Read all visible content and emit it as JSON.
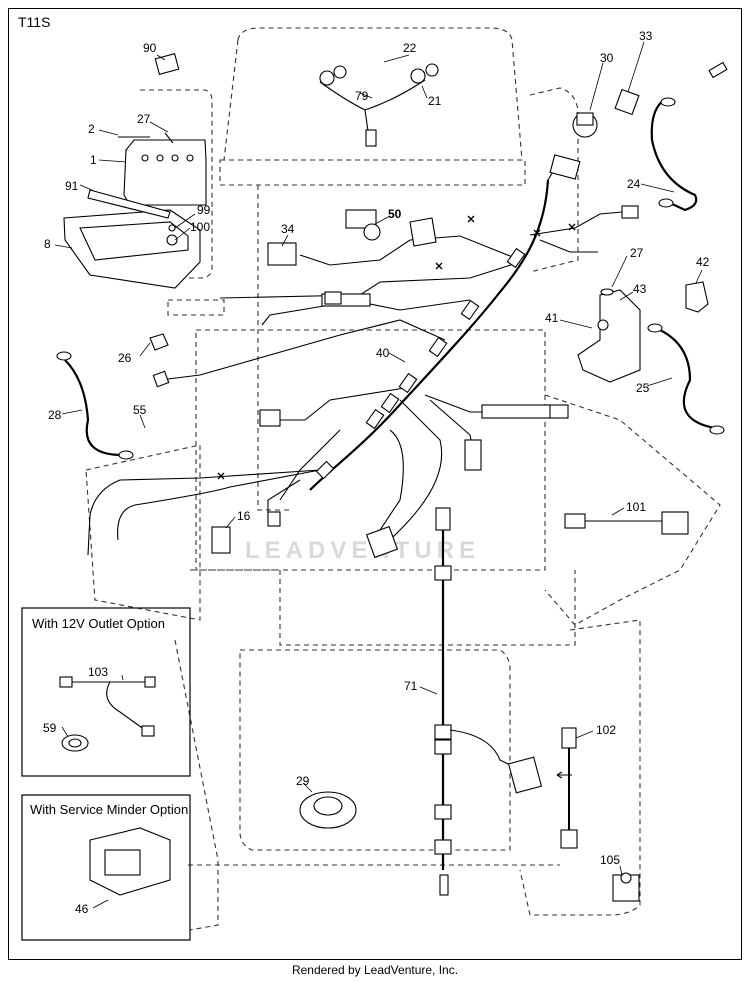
{
  "diagram": {
    "code": "T11S",
    "footer": "Rendered by LeadVenture, Inc.",
    "watermark": "LEADVENTURE",
    "option_boxes": [
      {
        "title": "With 12V Outlet Option"
      },
      {
        "title": "With Service Minder Option"
      }
    ],
    "callouts": [
      "90",
      "22",
      "79",
      "21",
      "30",
      "33",
      "2",
      "27",
      "1",
      "91",
      "99",
      "100",
      "8",
      "34",
      "50",
      "24",
      "27",
      "42",
      "43",
      "41",
      "26",
      "40",
      "28",
      "55",
      "25",
      "101",
      "16",
      "103",
      "59",
      "71",
      "102",
      "29",
      "46",
      "105"
    ]
  }
}
